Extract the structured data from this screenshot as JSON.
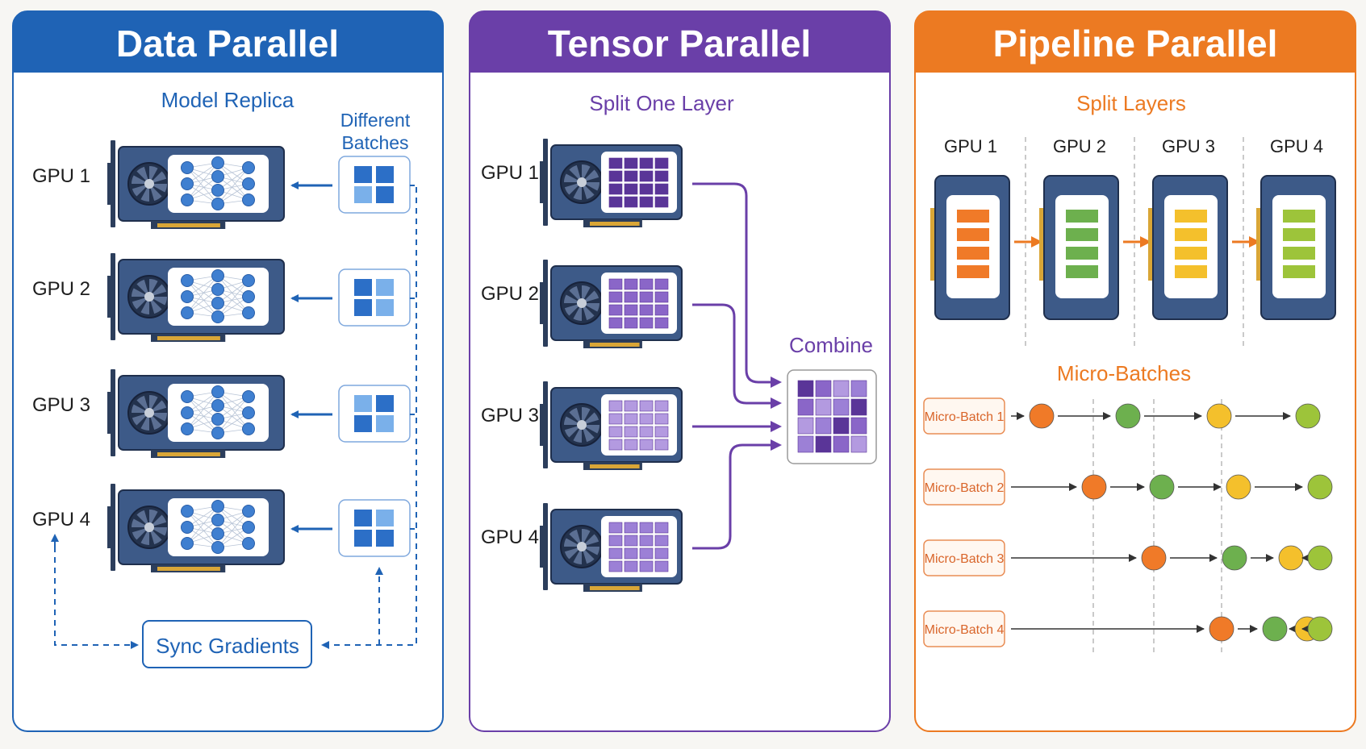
{
  "colors": {
    "data_blue": "#1f63b5",
    "tensor_purple": "#6a3fa8",
    "pipeline_orange": "#ec7a22",
    "gpu_body": "#3d5a88",
    "stage_orange": "#f07a28",
    "stage_green": "#6db04e",
    "stage_yellow": "#f4c02c",
    "stage_lime": "#9dc43a"
  },
  "data_parallel": {
    "title": "Data Parallel",
    "subtitle": "Model Replica",
    "batches_label_1": "Different",
    "batches_label_2": "Batches",
    "gpus": [
      "GPU 1",
      "GPU 2",
      "GPU 3",
      "GPU 4"
    ],
    "sync_label": "Sync Gradients"
  },
  "tensor_parallel": {
    "title": "Tensor Parallel",
    "subtitle": "Split One Layer",
    "gpus": [
      "GPU 1",
      "GPU 2",
      "GPU 3",
      "GPU 4"
    ],
    "combine_label": "Combine"
  },
  "pipeline_parallel": {
    "title": "Pipeline Parallel",
    "subtitle": "Split Layers",
    "gpus": [
      "GPU 1",
      "GPU 2",
      "GPU 3",
      "GPU 4"
    ],
    "micro_title": "Micro-Batches",
    "micro_batches": [
      "Micro-Batch 1",
      "Micro-Batch 2",
      "Micro-Batch 3",
      "Micro-Batch 4"
    ]
  }
}
